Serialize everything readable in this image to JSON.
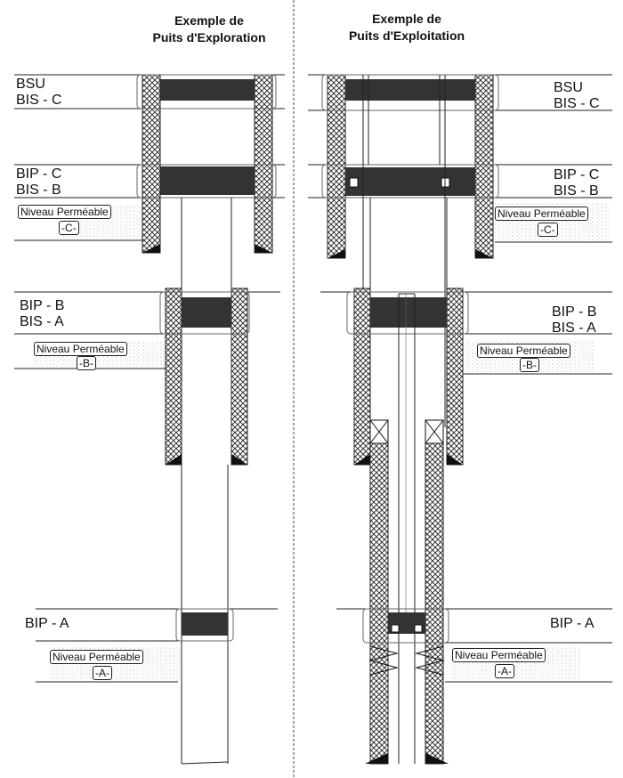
{
  "titles": {
    "left": [
      "Exemple de",
      "Puits d'Exploration"
    ],
    "right": [
      "Exemple de",
      "Puits d'Exploitation"
    ]
  },
  "labels": {
    "bsu": "BSU",
    "bis_c": "BIS - C",
    "bip_c": "BIP - C",
    "bis_b": "BIS - B",
    "bip_b": "BIP - B",
    "bis_a": "BIS - A",
    "bip_a": "BIP - A"
  },
  "permeable": {
    "name": "Niveau Perméable",
    "c": "-C-",
    "b": "-B-",
    "a": "-A-"
  }
}
